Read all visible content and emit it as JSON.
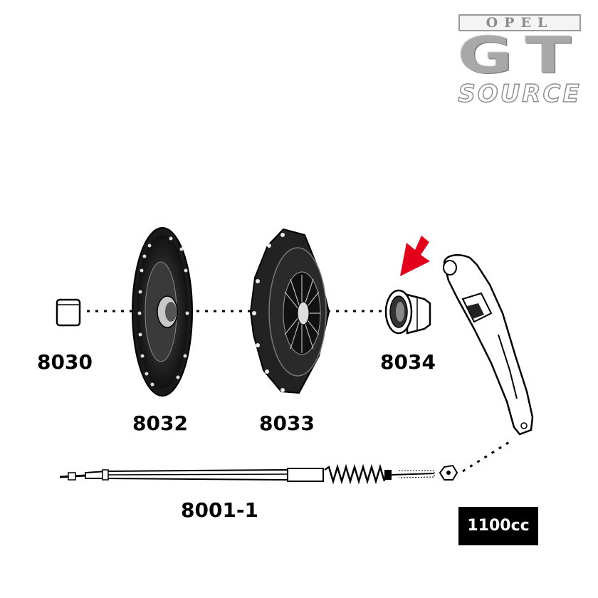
{
  "logo": {
    "top_text": "OPEL",
    "main_text": "GT",
    "sub_text": "SOURCE"
  },
  "parts": [
    {
      "number": "8030",
      "name": "pilot-bushing"
    },
    {
      "number": "8032",
      "name": "clutch-disc"
    },
    {
      "number": "8033",
      "name": "pressure-plate"
    },
    {
      "number": "8034",
      "name": "release-bearing"
    },
    {
      "number": "8001-1",
      "name": "clutch-cable"
    }
  ],
  "engine_badge": "1100cc",
  "highlight": {
    "target_part": "8034",
    "arrow_color": "#e3001b"
  }
}
